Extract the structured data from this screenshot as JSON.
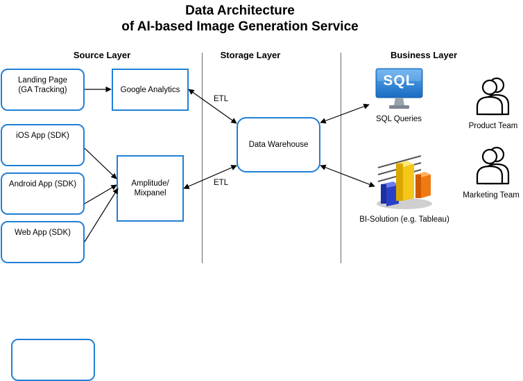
{
  "title": {
    "line1": "Data Architecture",
    "line2": "of AI-based Image Generation Service"
  },
  "layers": {
    "source": "Source Layer",
    "storage": "Storage Layer",
    "business": "Business Layer"
  },
  "sources": {
    "landing_page": "Landing Page\n(GA Tracking)",
    "ios_app": "iOS App (SDK)",
    "android_app": "Android App (SDK)",
    "web_app": "Web App (SDK)"
  },
  "collectors": {
    "google_analytics": "Google Analytics",
    "amplitude": "Amplitude/\nMixpanel"
  },
  "edges": {
    "etl_top": "ETL",
    "etl_bottom": "ETL"
  },
  "storage": {
    "warehouse": "Data Warehouse"
  },
  "business": {
    "sql_icon_text": "SQL",
    "sql_label": "SQL Queries",
    "bi_label": "BI-Solution (e.g. Tableau)",
    "product_team": "Product Team",
    "marketing_team": "Marketing Team"
  },
  "colors": {
    "box_border": "#1f7fd6",
    "sql_icon_blue": "#2e86d6",
    "bar_blue": "#2a3fc7",
    "bar_yellow": "#f6c719",
    "bar_orange": "#f07a12"
  }
}
